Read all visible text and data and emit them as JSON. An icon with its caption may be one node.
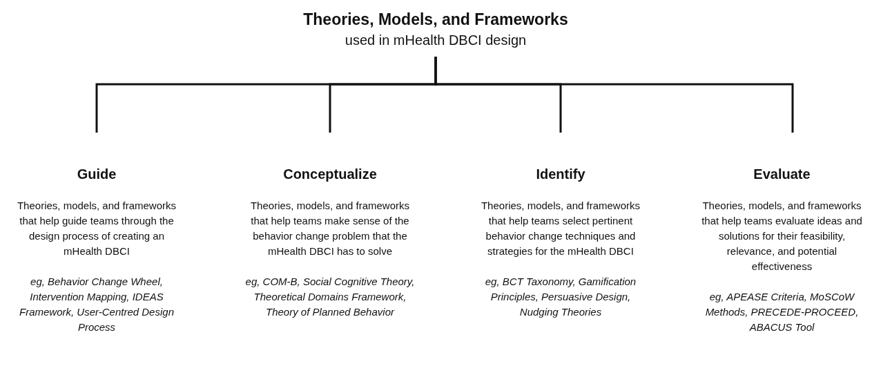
{
  "diagram": {
    "nodes": [
      {
        "text": [
          "Theories, Models, and Frameworks",
          "used in mHealth DBCI design"
        ]
      },
      {
        "text": [
          "Guide",
          "Theories, models, and frameworks that help guide teams through the design process of creating an mHealth DBCI",
          "eg, Behavior Change Wheel, Intervention Mapping, IDEAS Framework, User-Centred Design Process"
        ]
      },
      {
        "text": [
          "Conceptualize",
          "Theories, models, and frameworks that help teams make sense of the behavior change problem that the mHealth DBCI has to solve",
          "eg, COM-B, Social Cognitive Theory, Theoretical Domains Framework, Theory of Planned Behavior"
        ]
      },
      {
        "text": [
          "Identify",
          "Theories, models, and frameworks that help teams select pertinent behavior change techniques and strategies for the mHealth DBCI",
          "eg, BCT Taxonomy, Gamification Principles, Persuasive Design, Nudging Theories"
        ]
      },
      {
        "text": [
          "Evaluate",
          "Theories, models, and frameworks that help teams evaluate ideas and solutions for their feasibility, relevance, and potential effectiveness",
          "eg, APEASE Criteria, MoSCoW Methods, PRECEDE-PROCEED, ABACUS Tool"
        ]
      }
    ],
    "edges": [
      {
        "from": 0,
        "to": 1,
        "arrow": "none"
      },
      {
        "from": 0,
        "to": 2,
        "arrow": "none"
      },
      {
        "from": 0,
        "to": 3,
        "arrow": "none"
      },
      {
        "from": 0,
        "to": 4,
        "arrow": "none"
      }
    ]
  }
}
